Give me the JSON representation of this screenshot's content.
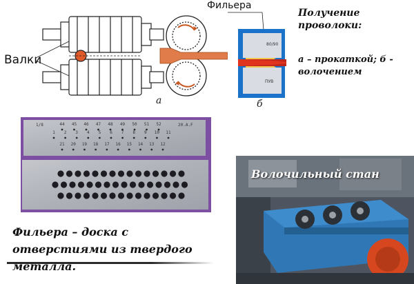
{
  "diagram": {
    "label_valki": "Валки",
    "label_filera": "Фильера",
    "label_a": "а",
    "label_b": "б",
    "die_inner_top": "80/90",
    "die_inner_bottom": "ПУВ"
  },
  "side_text": {
    "title_line1": "Получение",
    "title_line2": "проволоки:",
    "desc_line1": "а – прокаткой; б -",
    "desc_line2": "волочением"
  },
  "plate": {
    "corner_left": "1/8",
    "corner_right": "20.A.F",
    "row_top": [
      "44",
      "45",
      "46",
      "47",
      "48",
      "49",
      "50",
      "51",
      "52"
    ],
    "row_mid": [
      "1",
      "2",
      "3",
      "4",
      "5",
      "6",
      "7",
      "8",
      "9",
      "10",
      "11"
    ],
    "row_bottom": [
      "21",
      "20",
      "19",
      "18",
      "17",
      "16",
      "15",
      "14",
      "13",
      "12"
    ]
  },
  "photo": {
    "label": "Волочильный стан"
  },
  "caption": {
    "line1": "Фильера – доска с",
    "line2": "отверстиями из твердого",
    "line3": "металла."
  }
}
